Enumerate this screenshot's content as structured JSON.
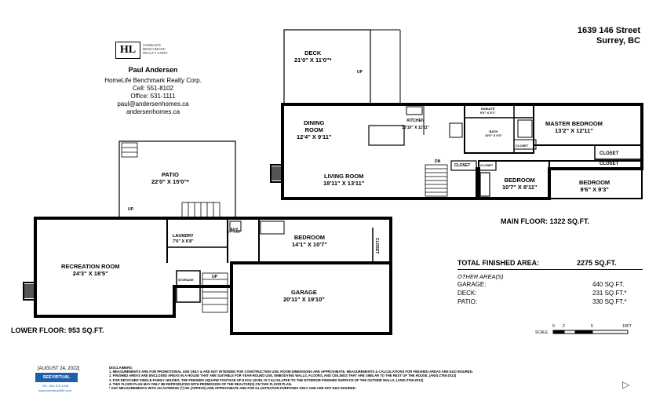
{
  "address": {
    "line1": "1639 146 Street",
    "line2": "Surrey, BC"
  },
  "brand": {
    "initials": "HL",
    "name_lines": [
      "HOMELIFE",
      "BENCHMARK",
      "REALTY CORP."
    ]
  },
  "agent": {
    "name": "Paul Andersen",
    "company": "HomeLife Benchmark Realty Corp.",
    "cell": "Cell: 551-8102",
    "office": "Office: 531-1111",
    "email": "paul@andersenhomes.ca",
    "website": "andersenhomes.ca"
  },
  "rooms": {
    "deck": {
      "name": "DECK",
      "dim": "21'0\" X 11'0\"*"
    },
    "dining": {
      "name1": "DINING",
      "name2": "ROOM",
      "dim": "12'4\" X 9'11\""
    },
    "kitchen": {
      "name": "KITCHEN",
      "dim": "13'10\" X 11'11\""
    },
    "ensuite": {
      "name": "ENSUITE",
      "dim": "9'3\" X 5'1\""
    },
    "bath": {
      "name": "BATH",
      "dim": "10'0\" X 9'3\""
    },
    "master": {
      "name": "MASTER BEDROOM",
      "dim": "13'2\" X 12'11\""
    },
    "living": {
      "name": "LIVING ROOM",
      "dim": "18'11\" X 13'11\""
    },
    "bedroom_main_1": {
      "name": "BEDROOM",
      "dim": "10'7\" X 8'11\""
    },
    "bedroom_main_2": {
      "name": "BEDROOM",
      "dim": "9'6\" X 9'3\""
    },
    "patio": {
      "name": "PATIO",
      "dim": "22'0\" X 15'0\"*"
    },
    "laundry": {
      "name": "LAUNDRY",
      "dim": "7'6\" X 6'8\""
    },
    "lower_bath": {
      "name": "BATH",
      "dim": "6'7\" X 5'0\""
    },
    "bedroom_lower": {
      "name": "BEDROOM",
      "dim": "14'1\" X 10'7\""
    },
    "recreation": {
      "name": "RECREATION ROOM",
      "dim": "24'3\" X 18'5\""
    },
    "storage": {
      "name": "STORAGE"
    },
    "garage": {
      "name": "GARAGE",
      "dim": "20'11\" X 19'10\""
    }
  },
  "labels": {
    "closet": "CLOSET",
    "up": "UP",
    "dn": "DN"
  },
  "floors": {
    "main": "MAIN FLOOR: 1322 SQ.FT.",
    "lower": "LOWER FLOOR: 953 SQ.FT."
  },
  "totals": {
    "total_label": "TOTAL FINISHED AREA:",
    "total_value": "2275 SQ.FT.",
    "other_heading": "OTHER AREA(S)",
    "rows": [
      {
        "label": "GARAGE:",
        "value": "440 SQ.FT."
      },
      {
        "label": "DECK:",
        "value": "231 SQ.FT.*"
      },
      {
        "label": "PATIO:",
        "value": "330 SQ.FT.*"
      }
    ]
  },
  "scale": {
    "label": "SCALE",
    "ticks": [
      "0",
      "2",
      "5",
      "10FT"
    ]
  },
  "footer": {
    "date": "[AUGUST 24, 2022]",
    "logo": "SEEVIRTUAL",
    "tel": "TEL: 604-575-1246",
    "web": "www.seevirtual360.com",
    "disclaimer_title": "DISCLAIMERS:",
    "disclaimers": [
      "1. MEASUREMENTS ARE FOR PROMOTIONAL USE ONLY & ARE NOT INTENDED FOR CONSTRUCTION USE. ROOM DIMENSIONS ARE APPROXIMATE. MEASUREMENTS & CALCULATIONS FOR FINISHED AREAS ARE E&O INSURED.",
      "2. FINISHED AREAS ARE ENCLOSED AREAS IN A HOUSE THAT ARE SUITABLE FOR YEAR-ROUND USE, EMBODYING WALLS, FLOORS, AND CEILINGS THAT ARE SIMILAR TO THE REST OF THE HOUSE. (ANSI Z765-2013)",
      "3. FOR DETACHED SINGLE-FAMILY HOUSES, THE FINISHED SQUARE FOOTAGE OF EACH LEVEL IS CALCULATED TO THE EXTERIOR FINISHED SURFACE OF THE OUTSIDE WALLS. (ANSI Z765-2013)",
      "4. THIS FLOOR PLAN MAY ONLY BE REPRODUCED WITH PERMISSION OF THE REALTOR(S) ON THIS FLOOR PLAN.",
      "* ANY MEASUREMENTS WITH AN ASTERISK (*) OR (APPROX) ARE APPROXIMATE AND FOR ILLUSTRATION PURPOSES ONLY AND ARE NOT E&O INSURED."
    ]
  },
  "colors": {
    "wall": "#000000",
    "logo_blue": "#1f5fa8"
  }
}
